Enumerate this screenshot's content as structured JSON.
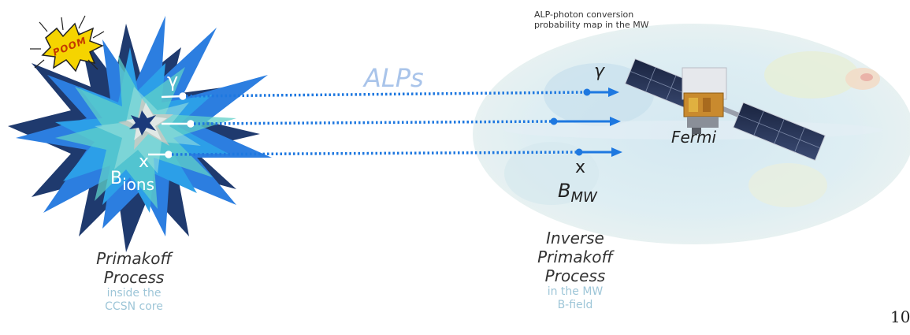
{
  "colors": {
    "blast_dark": "#1f3a6e",
    "blast_mid": "#2f6fd6",
    "blast_light": "#2c9fe8",
    "teal": "#5fd0c8",
    "arrow": "#1e78e0",
    "alps_text": "#a9c4ea",
    "subtitle": "#9ec6d8"
  },
  "supernova": {
    "gamma": "γ",
    "x": "x",
    "b_ions_main": "B",
    "b_ions_sub": "ions",
    "poom": "POOM",
    "caption": [
      "Primakoff",
      "Process"
    ],
    "subcaption": [
      "inside the",
      "CCSN core"
    ]
  },
  "beams": {
    "alps": "ALPs"
  },
  "milky_way": {
    "map_title": [
      "ALP-photon conversion",
      "probability map in the MW"
    ],
    "gamma": "γ",
    "x": "x",
    "b_mw_main": "B",
    "b_mw_sub": "MW",
    "fermi": "Fermi",
    "caption": [
      "Inverse",
      "Primakoff",
      "Process"
    ],
    "subcaption": [
      "in the MW",
      "B-field"
    ]
  },
  "page_number": "10"
}
